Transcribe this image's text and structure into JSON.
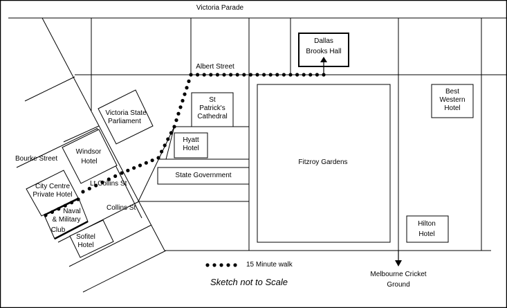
{
  "map": {
    "streets": {
      "victoria_parade": "Victoria Parade",
      "albert_street": "Albert Street",
      "bourke_street": "Bourke Street",
      "lt_collins_st": "Lt Collins St",
      "collins_st": "Collins St"
    },
    "buildings": {
      "dallas_brooks_hall": [
        "Dallas",
        "Brooks Hall"
      ],
      "st_patricks": [
        "St",
        "Patrick's",
        "Cathedral"
      ],
      "victoria_parliament": [
        "Victoria State",
        "Parliament"
      ],
      "windsor_hotel": [
        "Windsor",
        "Hotel"
      ],
      "hyatt_hotel": [
        "Hyatt",
        "Hotel"
      ],
      "state_government": [
        "State Government"
      ],
      "city_centre_hotel": [
        "City Centre",
        "Private Hotel"
      ],
      "naval_military_club": [
        "Naval",
        "& Military",
        "Club"
      ],
      "sofitel_hotel": [
        "Sofitel",
        "Hotel"
      ],
      "fitzroy_gardens": [
        "Fitzroy Gardens"
      ],
      "best_western": [
        "Best",
        "Western",
        "Hotel"
      ],
      "hilton_hotel": [
        "Hilton",
        "Hotel"
      ],
      "mcg": [
        "Melbourne Cricket",
        "Ground"
      ]
    },
    "legend": {
      "walk_label": "15 Minute walk",
      "scale_note": "Sketch not to Scale"
    },
    "colors": {
      "ink": "#000000",
      "background": "#ffffff"
    }
  }
}
